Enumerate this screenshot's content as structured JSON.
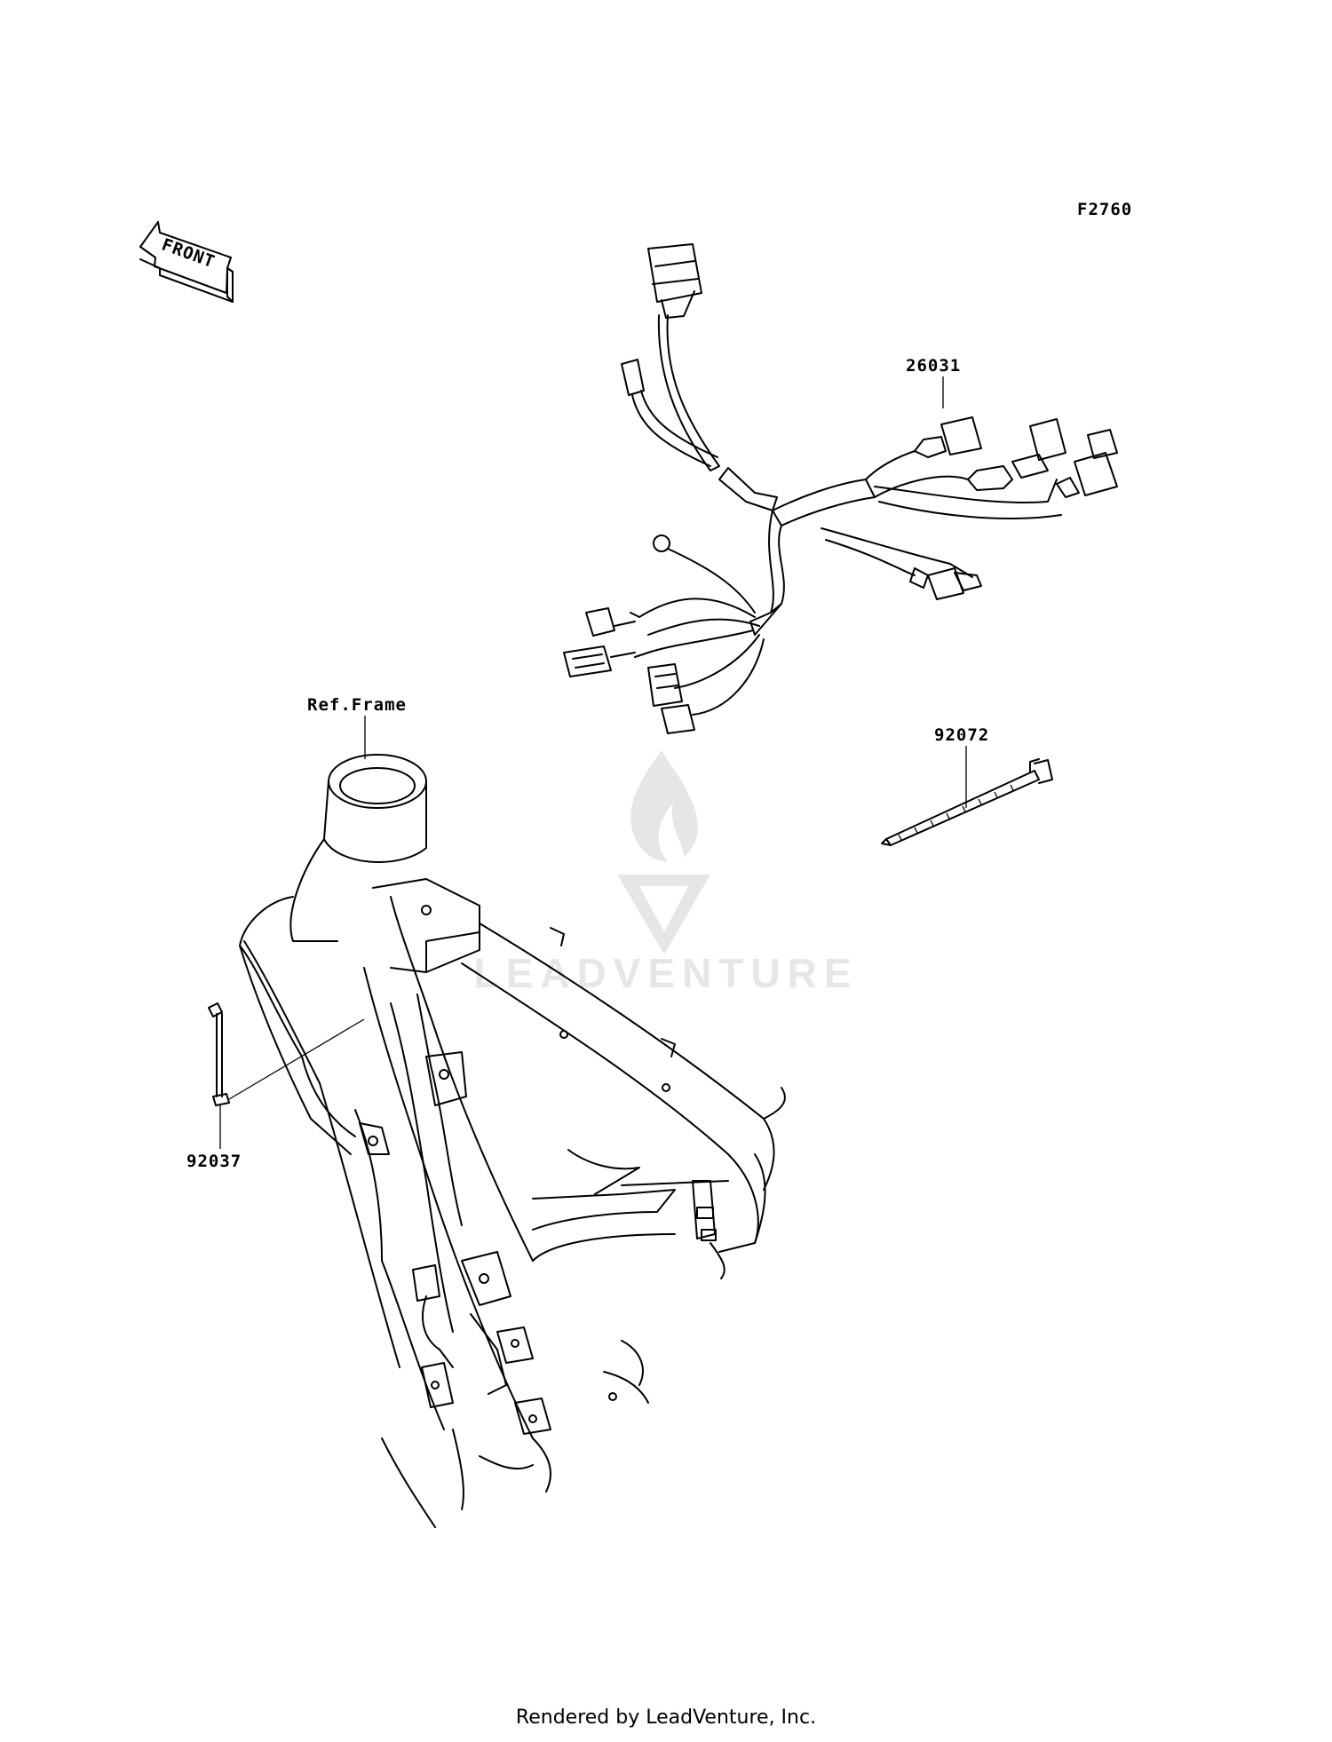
{
  "diagram_code": "F2760",
  "front_arrow_text": "FRONT",
  "watermark_text": "LEADVENTURE",
  "callouts": {
    "harness": "26031",
    "frame": "Ref.Frame",
    "band": "92072",
    "clamp": "92037"
  },
  "footer": "Rendered by LeadVenture, Inc."
}
